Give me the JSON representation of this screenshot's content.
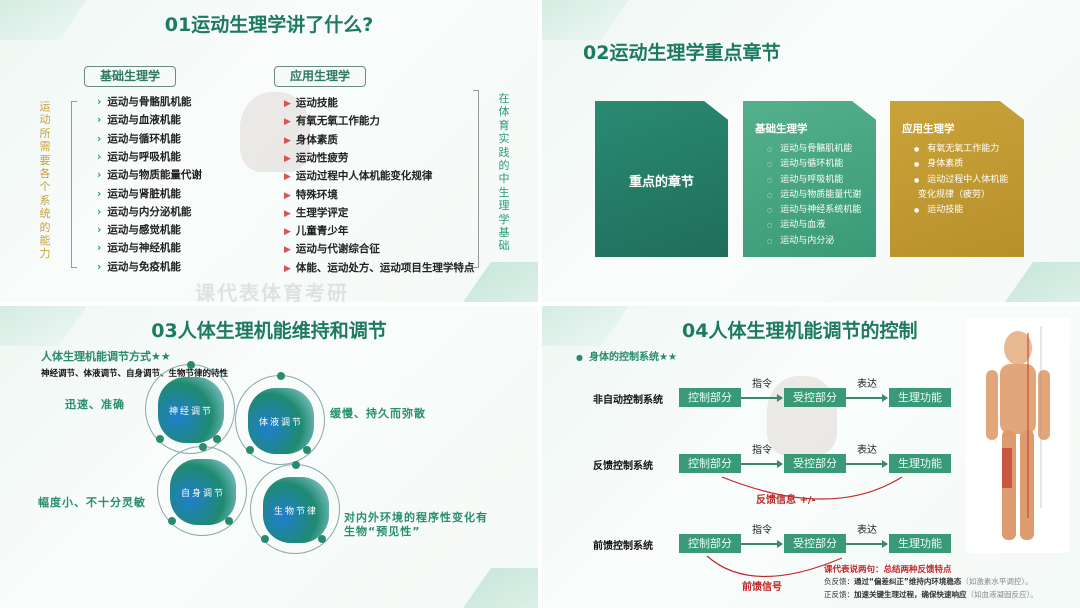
{
  "slide1": {
    "title": "01运动生理学讲了什么?",
    "left_header": "基础生理学",
    "right_header": "应用生理学",
    "left_side_text": "运动所需要各个系统的能力",
    "right_side_text": "在体育实践的中生理学基础",
    "left_items": [
      "运动与骨骼肌机能",
      "运动与血液机能",
      "运动与循环机能",
      "运动与呼吸机能",
      "运动与物质能量代谢",
      "运动与肾脏机能",
      "运动与内分泌机能",
      "运动与感觉机能",
      "运动与神经机能",
      "运动与免疫机能"
    ],
    "right_items": [
      "运动技能",
      "有氧无氧工作能力",
      "身体素质",
      "运动性疲劳",
      "运动过程中人体机能变化规律",
      "特殊环境",
      "生理学评定",
      "儿童青少年",
      "运动与代谢综合征",
      "体能、运动处方、运动项目生理学特点"
    ],
    "watermark": "课代表体育考研"
  },
  "slide2": {
    "title": "02运动生理学重点章节",
    "card1": "重点的章节",
    "card2": {
      "title": "基础生理学",
      "items": [
        "运动与骨骼肌机能",
        "运动与循环机能",
        "运动与呼吸机能",
        "运动与物质能量代谢",
        "运动与神经系统机能",
        "运动与血液",
        "运动与内分泌"
      ]
    },
    "card3": {
      "title": "应用生理学",
      "items": [
        "有氧无氧工作能力",
        "身体素质",
        "运动过程中人体机能变化规律（疲劳）",
        "运动技能"
      ]
    },
    "colors": {
      "card1": "#25806a",
      "card2": "#4aa882",
      "card3": "#c49a2e"
    }
  },
  "slide3": {
    "title": "03人体生理机能维持和调节",
    "subtitle": "人体生理机能调节方式★★",
    "desc": "神经调节、体液调节、自身调节、生物节律的特性",
    "orbs": [
      {
        "label": "神经调节",
        "note": "迅速、准确"
      },
      {
        "label": "体液调节",
        "note": "缓慢、持久而弥散"
      },
      {
        "label": "自身调节",
        "note": "幅度小、不十分灵敏"
      },
      {
        "label": "生物节律",
        "note": "对内外环境的程序性变化有生物“预见性”"
      }
    ]
  },
  "slide4": {
    "title": "04人体生理机能调节的控制",
    "subtitle": "身体的控制系统★★",
    "rows": [
      {
        "label": "非自动控制系统"
      },
      {
        "label": "反馈控制系统",
        "loop": "反馈信息 +/-"
      },
      {
        "label": "前馈控制系统",
        "loop": "前馈信号"
      }
    ],
    "boxes": [
      "控制部分",
      "受控部分",
      "生理功能"
    ],
    "arrows": [
      "指令",
      "表达"
    ],
    "note_title": "课代表说两句：总结两种反馈特点",
    "note_neg_label": "负反馈：",
    "note_neg": "通过“偏差纠正”维持内环境稳态",
    "note_neg_ex": "（如激素水平调控）。",
    "note_pos_label": "正反馈：",
    "note_pos": "加速关键生理过程，确保快速响应",
    "note_pos_ex": "（如血液凝固反应）。"
  }
}
